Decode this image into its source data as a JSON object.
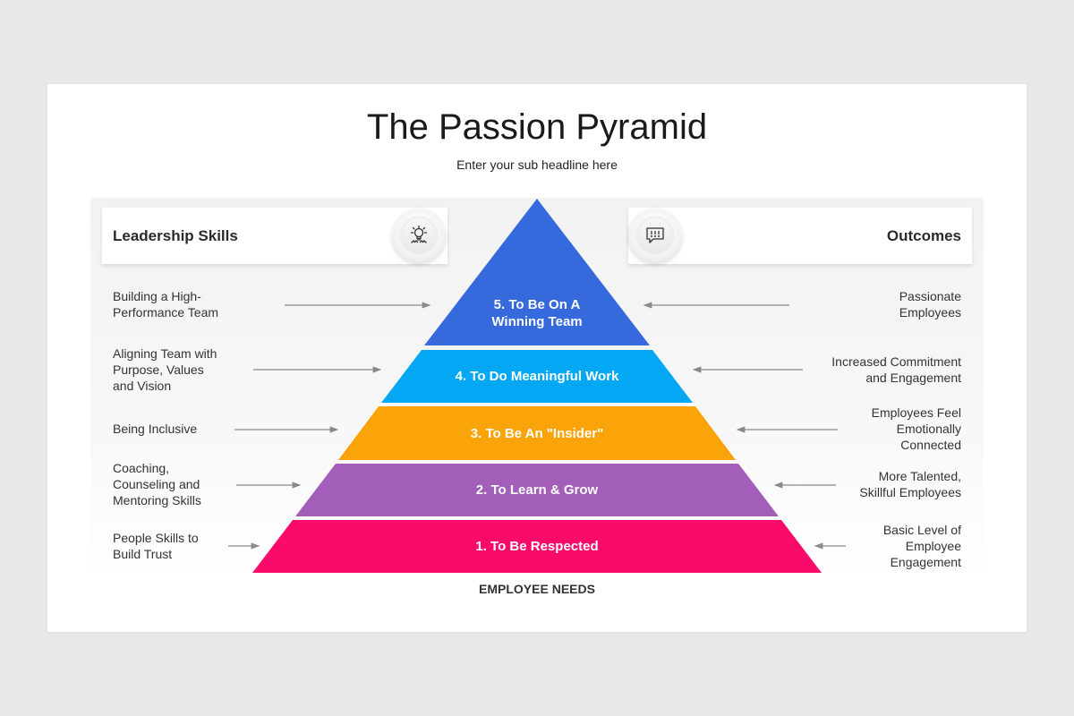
{
  "title": "The Passion Pyramid",
  "subtitle": "Enter your sub headline here",
  "left_header": "Leadership Skills",
  "right_header": "Outcomes",
  "left_icon": "lightbulb-gear-icon",
  "right_icon": "speech-bubble-icon",
  "tiers": [
    {
      "label": "5. To Be On A\nWinning Team",
      "color": "#3569dc"
    },
    {
      "label": "4. To Do Meaningful Work",
      "color": "#04a7f4"
    },
    {
      "label": "3. To Be An \"Insider\"",
      "color": "#fba40a"
    },
    {
      "label": "2. To Learn & Grow",
      "color": "#a25eb8"
    },
    {
      "label": "1. To Be Respected",
      "color": "#fa0a6a"
    }
  ],
  "leadership_skills": [
    "Building a High-\nPerformance Team",
    "Aligning Team with\nPurpose, Values\nand Vision",
    "Being Inclusive",
    "Coaching,\nCounseling and\nMentoring Skills",
    "People Skills to\nBuild Trust"
  ],
  "outcomes": [
    "Passionate\nEmployees",
    "Increased Commitment\nand Engagement",
    "Employees Feel\nEmotionally\nConnected",
    "More Talented,\nSkillful Employees",
    "Basic Level of\nEmployee\nEngagement"
  ],
  "bottom_label": "EMPLOYEE NEEDS"
}
